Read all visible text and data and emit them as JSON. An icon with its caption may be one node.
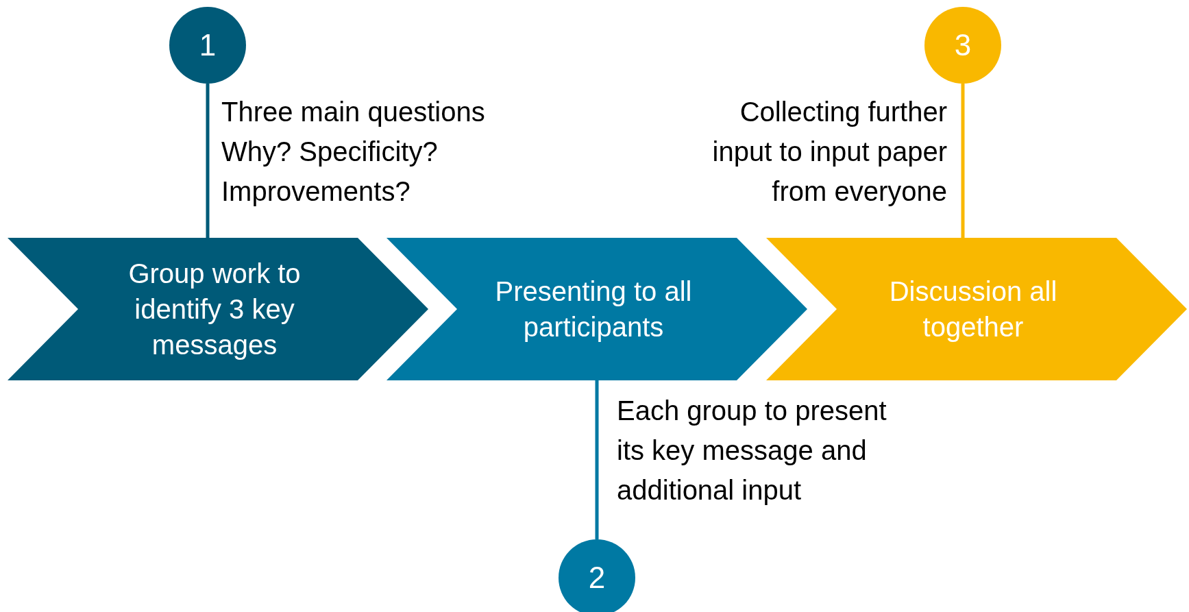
{
  "diagram": {
    "nodes": [
      {
        "text": [
          "1"
        ],
        "beside": [
          "Three main questions Why? Specificity? Improvements?"
        ]
      },
      {
        "text": [
          "3"
        ],
        "beside": [
          "Collecting further input to input paper from everyone"
        ]
      },
      {
        "text": [
          "Group work to identify 3 key messages"
        ]
      },
      {
        "text": [
          "Presenting to all participants"
        ]
      },
      {
        "text": [
          "Discussion all together"
        ]
      },
      {
        "text": [
          "2"
        ],
        "beside": [
          "Each group to present its key message and additional input"
        ]
      }
    ],
    "edges": [
      {
        "from": 0,
        "to": 2,
        "arrow": "none",
        "color": "#005a78"
      },
      {
        "from": 5,
        "to": 3,
        "arrow": "none",
        "color": "#0079a3"
      },
      {
        "from": 1,
        "to": 4,
        "arrow": "none",
        "color": "#f9b800"
      }
    ]
  }
}
